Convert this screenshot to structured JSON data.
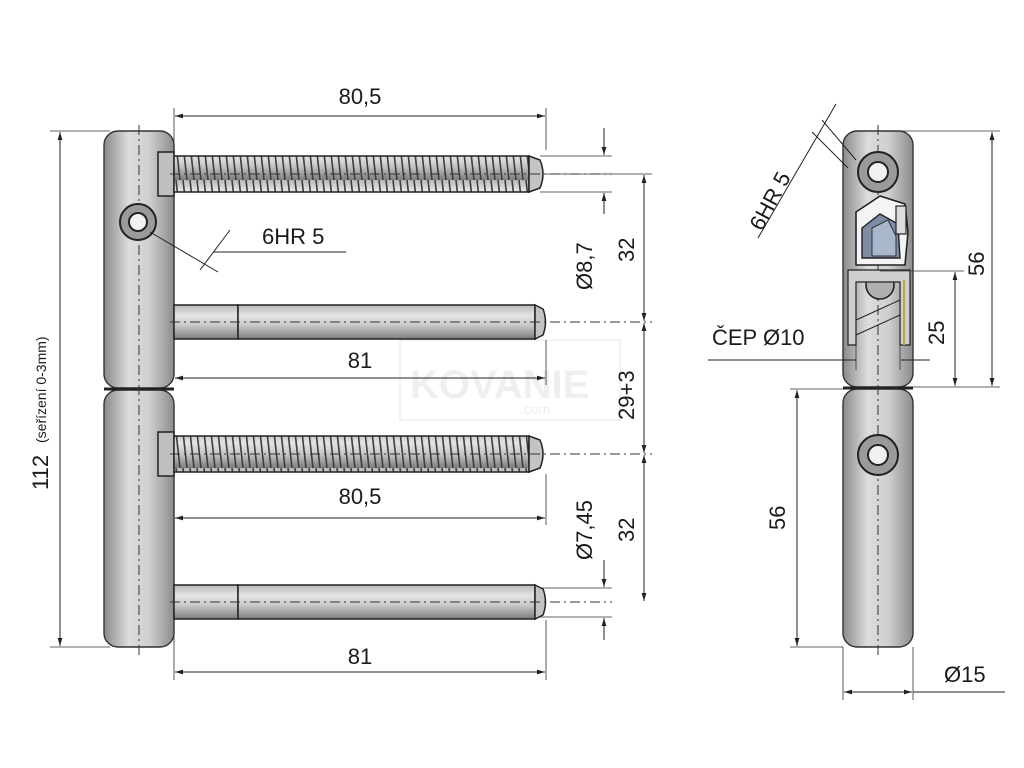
{
  "dimensions": {
    "top_screw_length": "80,5",
    "top_pin_length": "81",
    "bottom_screw_length": "80,5",
    "bottom_pin_length": "81",
    "top_hex_key": "6HR 5",
    "top_screw_diameter": "Ø8,7",
    "top_spacing": "32",
    "middle_spacing": "29+3",
    "bottom_screw_diameter": "Ø7,45",
    "bottom_spacing": "32",
    "overall_height": "112",
    "overall_height_note": "(seřízení 0-3mm)",
    "side_hex_key": "6HR 5",
    "side_top_height": "56",
    "side_pin_label": "ČEP Ø10",
    "side_pin_offset": "25",
    "side_bottom_height": "56",
    "side_diameter": "Ø15"
  },
  "watermark": {
    "text": "KOVANIE",
    "subtext": ".com"
  }
}
